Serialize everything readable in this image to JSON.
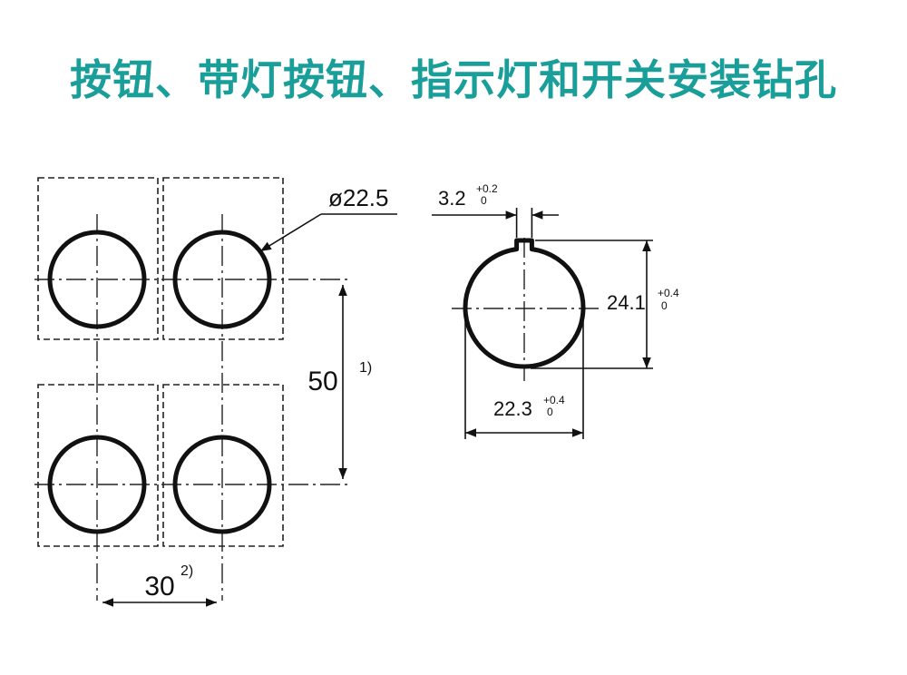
{
  "title": "按钮、带灯按钮、指示灯和开关安装钻孔",
  "left_drawing": {
    "diameter_label": "ø22.5",
    "vertical_spacing": "50",
    "vertical_note": "1)",
    "horizontal_spacing": "30",
    "horizontal_note": "2)"
  },
  "right_drawing": {
    "key_width": "3.2",
    "key_width_tol_upper": "+0.2",
    "key_width_tol_lower": "0",
    "height": "24.1",
    "height_tol_upper": "+0.4",
    "height_tol_lower": "0",
    "width": "22.3",
    "width_tol_upper": "+0.4",
    "width_tol_lower": "0"
  },
  "colors": {
    "title": "#1a9e9a",
    "line": "#111111",
    "background": "#ffffff"
  }
}
